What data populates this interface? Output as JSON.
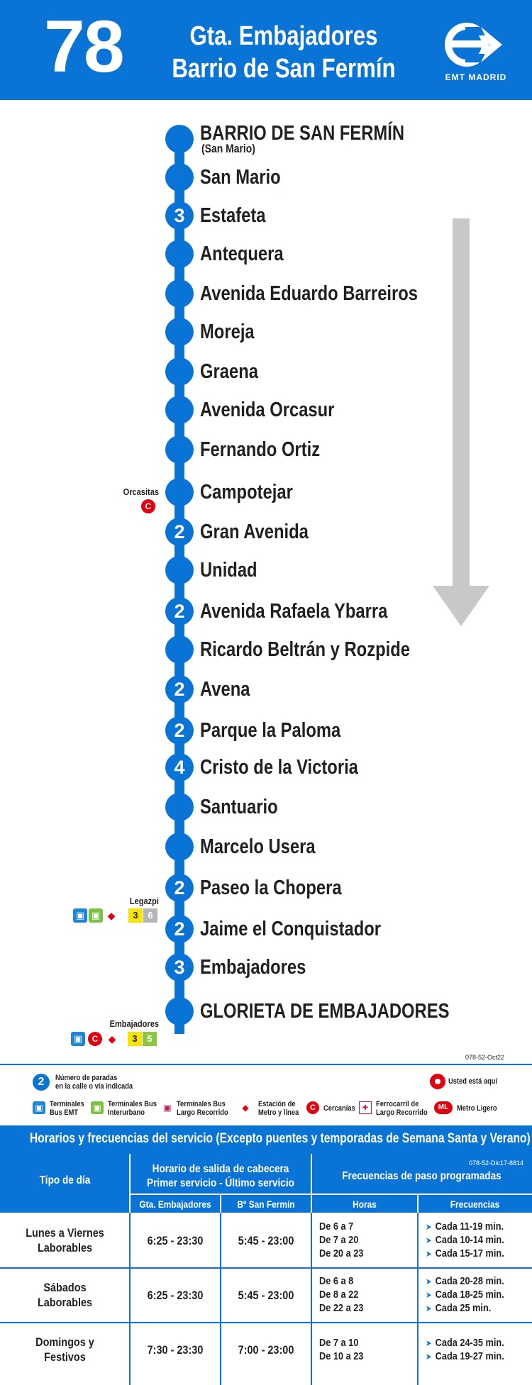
{
  "header": {
    "line_number": "78",
    "dest_1": "Gta. Embajadores",
    "dest_2": "Barrio de San Fermín",
    "logo_text": "EMT MADRID"
  },
  "stops": [
    {
      "name": "BARRIO DE SAN FERMÍN",
      "sub": "(San Mario)",
      "badge": ""
    },
    {
      "name": "San Mario",
      "badge": ""
    },
    {
      "name": "Estafeta",
      "badge": "3"
    },
    {
      "name": "Antequera",
      "badge": ""
    },
    {
      "name": "Avenida Eduardo Barreiros",
      "badge": ""
    },
    {
      "name": "Moreja",
      "badge": ""
    },
    {
      "name": "Graena",
      "badge": ""
    },
    {
      "name": "Avenida Orcasur",
      "badge": ""
    },
    {
      "name": "Fernando Ortiz",
      "badge": ""
    },
    {
      "name": "Campotejar",
      "badge": ""
    },
    {
      "name": "Gran Avenida",
      "badge": "2"
    },
    {
      "name": "Unidad",
      "badge": ""
    },
    {
      "name": "Avenida Rafaela Ybarra",
      "badge": "2"
    },
    {
      "name": "Ricardo Beltrán y Rozpide",
      "badge": ""
    },
    {
      "name": "Avena",
      "badge": "2"
    },
    {
      "name": "Parque la Paloma",
      "badge": "2"
    },
    {
      "name": "Cristo de la Victoria",
      "badge": "4"
    },
    {
      "name": "Santuario",
      "badge": ""
    },
    {
      "name": "Marcelo Usera",
      "badge": ""
    },
    {
      "name": "Paseo la Chopera",
      "badge": "2"
    },
    {
      "name": "Jaime el Conquistador",
      "badge": "2"
    },
    {
      "name": "Embajadores",
      "badge": "3"
    },
    {
      "name": "GLORIETA DE EMBAJADORES",
      "badge": ""
    }
  ],
  "connections": {
    "orcasitas": "Orcasitas",
    "legazpi": "Legazpi",
    "legazpi_lines": [
      "3",
      "6"
    ],
    "embajadores": "Embajadores",
    "embajadores_lines": [
      "3",
      "5"
    ]
  },
  "codes": {
    "map_code": "078-52-Oct22",
    "table_code": "078-52-Dic17-8814"
  },
  "legend": {
    "badge_example": "2",
    "stops_count": "Número de paradas\nen la calle o vía indicada",
    "you_are_here": "Usted está aquí",
    "emt": "Terminales\nBus EMT",
    "interurbano": "Terminales Bus\nInterurbano",
    "largo_bus": "Terminales Bus\nLargo Recorrido",
    "metro": "Estación de\nMetro y línea",
    "cercanias": "Cercanías",
    "ferrocarril": "Ferrocarril de\nLargo Recorrido",
    "metro_ligero": "Metro Ligero"
  },
  "table": {
    "title": "Horarios y frecuencias del servicio (Excepto puentes y temporadas de Semana Santa y Verano)",
    "col_day": "Tipo de día",
    "col_schedule": "Horario de salida de cabecera\nPrimer servicio - Último servicio",
    "col_freq": "Frecuencias de paso programadas",
    "sub_a": "Gta. Embajadores",
    "sub_b": "Bº San Fermín",
    "sub_hours": "Horas",
    "sub_freq": "Frecuencias",
    "rows": [
      {
        "day": "Lunes a Viernes\nLaborables",
        "a": "6:25 - 23:30",
        "b": "5:45 - 23:00",
        "hours": [
          "De 6 a 7",
          "De 7 a 20",
          "De 20 a 23"
        ],
        "freqs": [
          "Cada 11-19 min.",
          "Cada 10-14 min.",
          "Cada 15-17 min."
        ]
      },
      {
        "day": "Sábados\nLaborables",
        "a": "6:25 - 23:30",
        "b": "5:45 - 23:00",
        "hours": [
          "De 6 a 8",
          "De 8 a 22",
          "De 22 a 23"
        ],
        "freqs": [
          "Cada 20-28 min.",
          "Cada 18-25 min.",
          "Cada 25 min."
        ]
      },
      {
        "day": "Domingos y\nFestivos",
        "a": "7:30 - 23:30",
        "b": "7:00 - 23:00",
        "hours": [
          "De 7 a 10",
          "De 10 a 23"
        ],
        "freqs": [
          "Cada 24-35 min.",
          "Cada 19-27 min."
        ]
      }
    ]
  }
}
